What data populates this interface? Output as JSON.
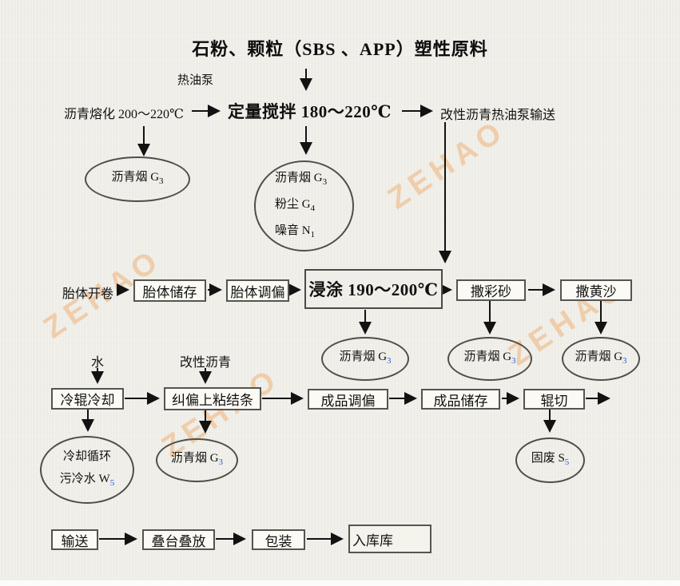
{
  "title": "石粉、颗粒（SBS 、APP）塑性原料",
  "watermark": {
    "text": "ZEHAO",
    "color": "#eeb379"
  },
  "labels": {
    "hot_oil_pump": "热油泵",
    "asphalt_melting": "沥青熔化 200～220℃",
    "quantitative_mixing": "定量搅拌 180～220℃",
    "modified_asphalt_transport": "改性沥青热油泵输送",
    "base_unrolling": "胎体开卷",
    "water": "水",
    "modified_asphalt": "改性沥青"
  },
  "boxes": {
    "base_storage": "胎体储存",
    "base_alignment": "胎体调偏",
    "dip_coating": "浸涂 190～200℃",
    "colored_sand": "撒彩砂",
    "yellow_sand": "撒黄沙",
    "cold_roller_cooling": "冷辊冷却",
    "correction_bonding_strip": "纠偏上粘结条",
    "product_alignment": "成品调偏",
    "product_storage": "成品储存",
    "roller_cutting": "辊切",
    "conveying": "输送",
    "stacking": "叠台叠放",
    "packaging": "包装",
    "warehousing": "入库库"
  },
  "ovals": {
    "smoke_melting": {
      "main": "沥青烟 G",
      "sub": "3"
    },
    "mixing_emissions": {
      "lines": [
        {
          "main": "沥青烟 G",
          "sub": "3"
        },
        {
          "main": "粉尘 G",
          "sub": "4"
        },
        {
          "main": "噪音 N",
          "sub": "1"
        }
      ]
    },
    "smoke_dip": {
      "main": "沥青烟 G",
      "sub": "3"
    },
    "smoke_colored_sand": {
      "main": "沥青烟 G",
      "sub": "3"
    },
    "smoke_yellow_sand": {
      "main": "沥青烟 G",
      "sub": "3"
    },
    "cooling_water": {
      "line1": "冷却循环",
      "line2": "污冷水 W",
      "sub": "5"
    },
    "smoke_bonding": {
      "main": "沥青烟 G",
      "sub": "3"
    },
    "solid_waste": {
      "main": "固废 S",
      "sub": "5"
    }
  },
  "colors": {
    "background": "#efeee8",
    "border": "#555550",
    "text": "#111111",
    "subscript_blue": "#2b5fd6",
    "watermark": "#eeb379"
  }
}
